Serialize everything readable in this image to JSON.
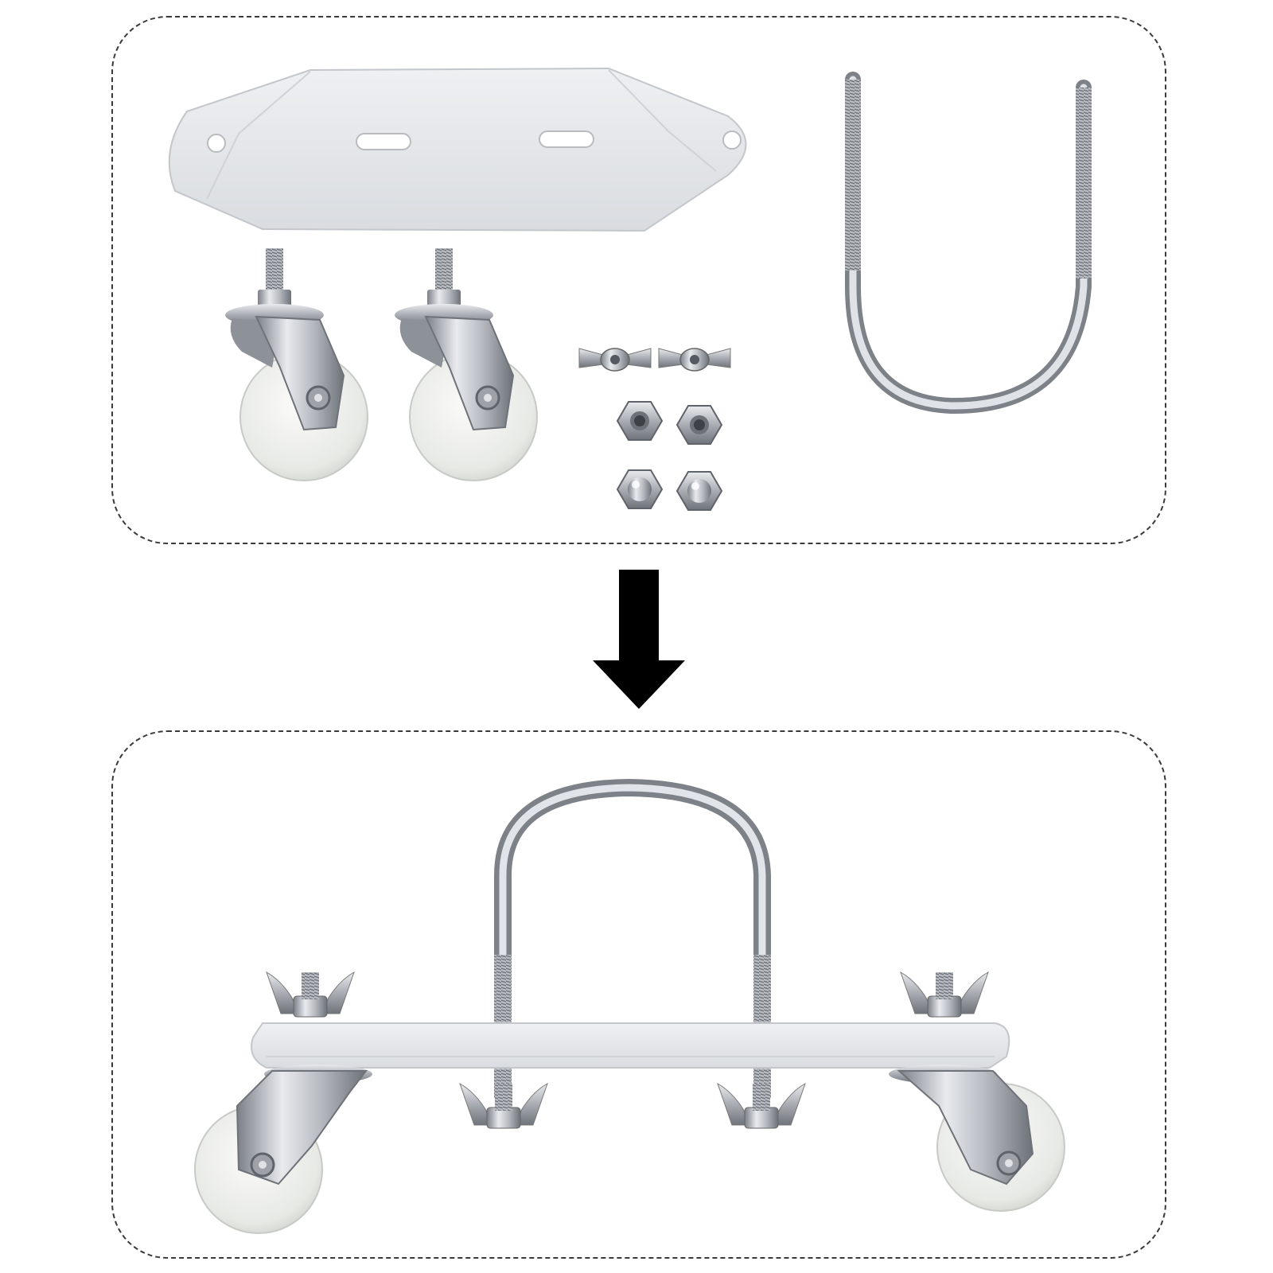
{
  "colors": {
    "background": "#ffffff",
    "panel_border": "#3a3a3a",
    "arrow": "#000000",
    "plate": "#e6e8ea",
    "plate_edge": "#c9ccd0",
    "metal_light": "#e4e6ea",
    "metal_mid": "#b3b7bd",
    "metal_dark": "#6f747b",
    "wheel": "#eef0ee"
  },
  "panels": {
    "top": {
      "name": "parts-kit",
      "items": [
        "mounting-plate",
        "u-bolt",
        "swivel-caster",
        "swivel-caster",
        "wing-nut",
        "wing-nut",
        "hex-nut",
        "hex-nut",
        "cap-nut",
        "cap-nut"
      ]
    },
    "bottom": {
      "name": "assembled-kit",
      "items": [
        "u-bolt",
        "mounting-plate",
        "swivel-caster",
        "swivel-caster",
        "wing-nut",
        "wing-nut",
        "wing-nut",
        "wing-nut"
      ]
    }
  },
  "arrow": {
    "direction": "down"
  }
}
